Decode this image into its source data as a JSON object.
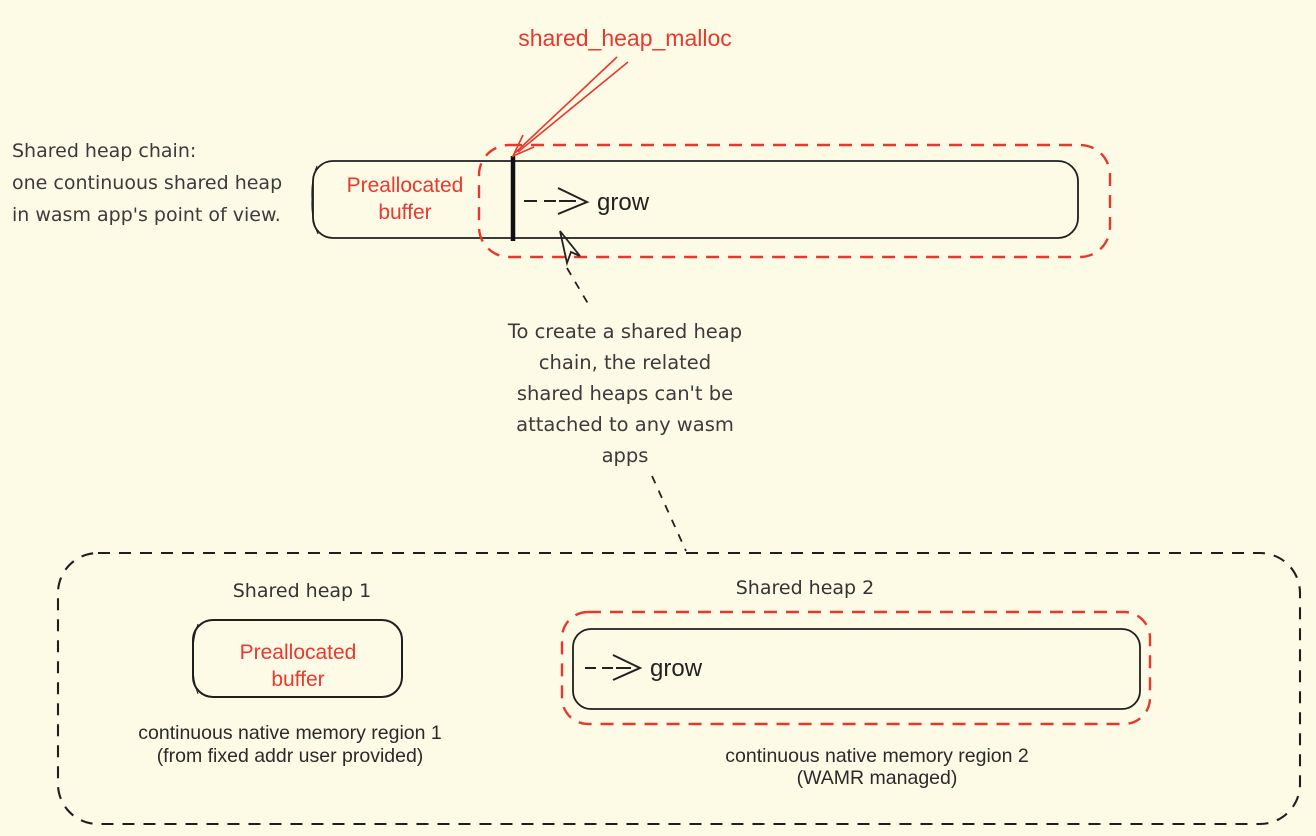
{
  "colors": {
    "background": "#FDFAE6",
    "accent_red": "#E6392E",
    "ink": "#1F1F1F",
    "note_text": "#3B3B3B"
  },
  "top_section": {
    "malloc_label": "shared_heap_malloc",
    "chain_note_lines": [
      "Shared heap chain:",
      "one continuous shared heap",
      "in wasm app's point of view."
    ],
    "preallocated_label": "Preallocated buffer",
    "grow_label": "grow"
  },
  "middle_note_lines": [
    "To create a shared heap",
    "chain, the related",
    "shared heaps can't be",
    "attached to any wasm",
    "apps"
  ],
  "bottom_section": {
    "heap1": {
      "title": "Shared heap 1",
      "box_label": "Preallocated buffer",
      "caption_lines": [
        "continuous native memory region 1",
        "(from fixed addr user provided)"
      ]
    },
    "heap2": {
      "title": "Shared heap 2",
      "grow_label": "grow",
      "caption_lines": [
        "continuous native memory region 2",
        "(WAMR managed)"
      ]
    }
  }
}
